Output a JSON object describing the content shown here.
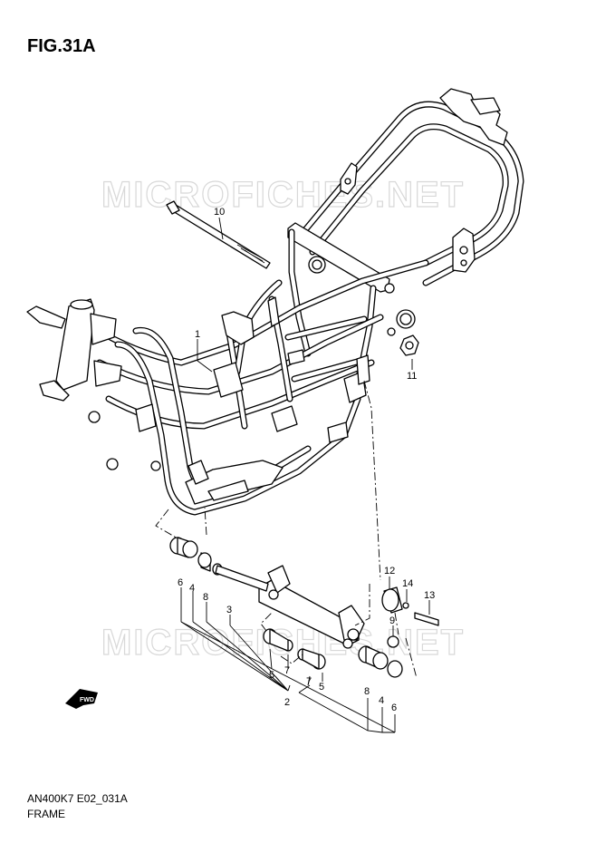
{
  "figure": {
    "title": "FIG.31A",
    "model_code": "AN400K7 E02_031A",
    "section_name": "FRAME"
  },
  "watermark": "MICROFICHES.NET",
  "fwd_label": "FWD",
  "callouts": [
    {
      "id": "c1",
      "label": "1"
    },
    {
      "id": "c10",
      "label": "10"
    },
    {
      "id": "c11",
      "label": "11"
    },
    {
      "id": "c12",
      "label": "12"
    },
    {
      "id": "c14",
      "label": "14"
    },
    {
      "id": "c13",
      "label": "13"
    },
    {
      "id": "c9",
      "label": "9"
    },
    {
      "id": "c6a",
      "label": "6"
    },
    {
      "id": "c4a",
      "label": "4"
    },
    {
      "id": "c8a",
      "label": "8"
    },
    {
      "id": "c3",
      "label": "3"
    },
    {
      "id": "c5a",
      "label": "5"
    },
    {
      "id": "c7a",
      "label": "7"
    },
    {
      "id": "c7b",
      "label": "7"
    },
    {
      "id": "c5b",
      "label": "5"
    },
    {
      "id": "c2",
      "label": "2"
    },
    {
      "id": "c8b",
      "label": "8"
    },
    {
      "id": "c4b",
      "label": "4"
    },
    {
      "id": "c6b",
      "label": "6"
    }
  ]
}
